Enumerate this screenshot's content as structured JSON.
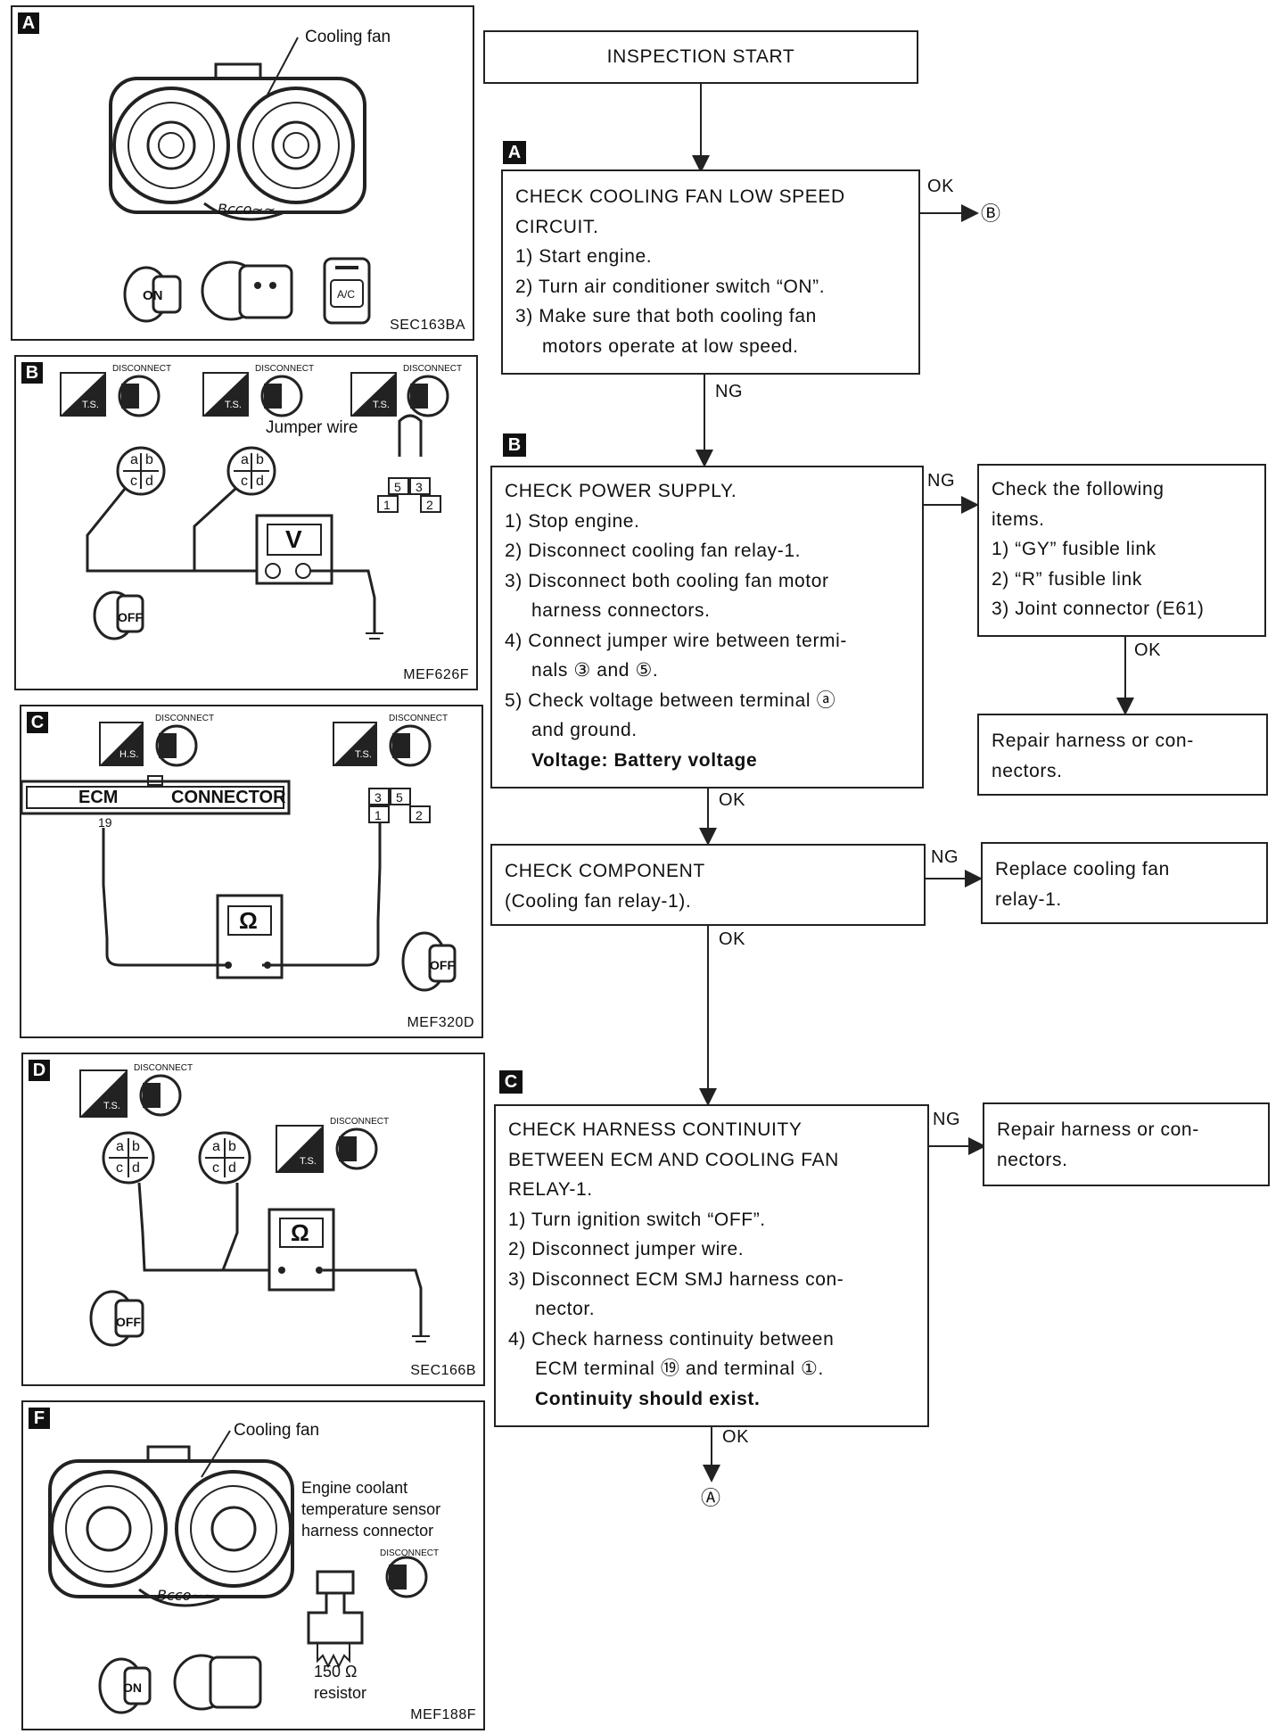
{
  "panels": {
    "a": {
      "letter": "A",
      "code": "SEC163BA",
      "cooling_fan_label": "Cooling fan",
      "key_label": "ON",
      "ac_label": "A/C"
    },
    "b": {
      "letter": "B",
      "code": "MEF626F",
      "disconnect": "DISCONNECT",
      "ts": "T.S.",
      "jumper_label": "Jumper wire",
      "meter": "V",
      "key_label": "OFF",
      "pins": [
        "a",
        "b",
        "c",
        "d"
      ],
      "relay_top": [
        "5",
        "3"
      ],
      "relay_bottom": [
        "1",
        "2"
      ]
    },
    "c": {
      "letter": "C",
      "code": "MEF320D",
      "disconnect": "DISCONNECT",
      "hs": "H.S.",
      "ts": "T.S.",
      "ecm": "ECM",
      "connector": "CONNECTOR",
      "terminal": "19",
      "meter": "Ω",
      "key_label": "OFF",
      "relay_top": [
        "3",
        "5"
      ],
      "relay_bottom": [
        "1",
        "2"
      ]
    },
    "d": {
      "letter": "D",
      "code": "SEC166B",
      "disconnect": "DISCONNECT",
      "ts": "T.S.",
      "meter": "Ω",
      "key_label": "OFF",
      "pins": [
        "a",
        "b",
        "c",
        "d"
      ]
    },
    "f": {
      "letter": "F",
      "code": "MEF188F",
      "cooling_fan_label": "Cooling fan",
      "disconnect": "DISCONNECT",
      "key_label": "ON",
      "sensor_lines": [
        "Engine coolant",
        "temperature sensor",
        "harness connector"
      ],
      "resistor_lines": [
        "150 Ω",
        "resistor"
      ]
    }
  },
  "flow": {
    "start": "INSPECTION START",
    "tag_a": "A",
    "tag_b": "B",
    "tag_c": "C",
    "box_a": [
      "CHECK COOLING FAN LOW SPEED",
      "CIRCUIT.",
      "1) Start engine.",
      "2) Turn air conditioner switch “ON”.",
      "3) Make sure that both cooling fan",
      "motors operate at low speed."
    ],
    "box_b": [
      "CHECK POWER SUPPLY.",
      "1) Stop engine.",
      "2) Disconnect cooling fan relay-1.",
      "3) Disconnect both cooling fan motor",
      "harness connectors.",
      "4) Connect jumper wire between termi-",
      "nals ③ and ⑤.",
      "5) Check voltage between terminal ⓐ",
      "and ground.",
      "Voltage: Battery voltage"
    ],
    "box_b_ng": [
      "Check the following",
      "items.",
      "1) “GY” fusible link",
      "2) “R” fusible link",
      "3) Joint connector (E61)"
    ],
    "box_b_ng_repair": [
      "Repair harness or con-",
      "nectors."
    ],
    "box_comp": [
      "CHECK COMPONENT",
      "(Cooling fan relay-1)."
    ],
    "box_comp_ng": [
      "Replace cooling fan",
      "relay-1."
    ],
    "box_c": [
      "CHECK HARNESS CONTINUITY",
      "BETWEEN ECM AND COOLING FAN",
      "RELAY-1.",
      "1) Turn ignition switch “OFF”.",
      "2) Disconnect jumper wire.",
      "3) Disconnect ECM SMJ harness con-",
      "nector.",
      "4) Check harness continuity between",
      "ECM terminal ⑲ and terminal ①.",
      "Continuity should exist."
    ],
    "box_c_ng": [
      "Repair harness or con-",
      "nectors."
    ],
    "ok": "OK",
    "ng": "NG",
    "goto_b": "Ⓑ",
    "goto_a": "Ⓐ"
  }
}
